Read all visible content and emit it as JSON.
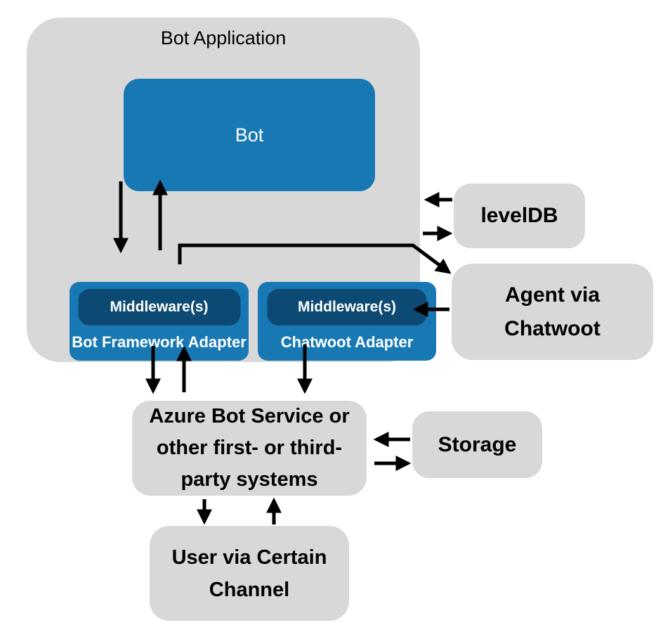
{
  "colors": {
    "container_gray": "#d8d8d8",
    "node_gray": "#d8d8d8",
    "primary_blue": "#1878b4",
    "dark_blue": "#0d4a73",
    "arrow_black": "#000000",
    "text_black": "#000000",
    "text_white": "#ffffff",
    "background": "#ffffff"
  },
  "nodes": {
    "bot_application": {
      "label": "Bot Application"
    },
    "bot": {
      "label": "Bot"
    },
    "bot_framework_adapter": {
      "label": "Bot Framework Adapter",
      "middleware": "Middleware(s)"
    },
    "chatwoot_adapter": {
      "label": "Chatwoot Adapter",
      "middleware": "Middleware(s)"
    },
    "leveldb": {
      "label": "levelDB"
    },
    "agent": {
      "label": "Agent via\nChatwoot"
    },
    "azure": {
      "label": "Azure Bot Service or\nother first- or third-\nparty systems"
    },
    "storage": {
      "label": "Storage"
    },
    "user": {
      "label": "User via Certain\nChannel"
    }
  },
  "edges": [
    {
      "from": "bot",
      "to": "bot_framework_adapter",
      "direction": "down"
    },
    {
      "from": "bot_framework_adapter",
      "to": "bot",
      "direction": "up"
    },
    {
      "from": "bot_framework_adapter",
      "to": "agent",
      "direction": "elbow-right-down"
    },
    {
      "from": "leveldb",
      "to": "bot_application",
      "direction": "left"
    },
    {
      "from": "bot_application",
      "to": "leveldb",
      "direction": "right"
    },
    {
      "from": "agent",
      "to": "chatwoot_adapter",
      "direction": "left"
    },
    {
      "from": "bot_framework_adapter",
      "to": "azure",
      "direction": "down"
    },
    {
      "from": "azure",
      "to": "bot_framework_adapter",
      "direction": "up"
    },
    {
      "from": "chatwoot_adapter",
      "to": "azure",
      "direction": "down"
    },
    {
      "from": "storage",
      "to": "azure",
      "direction": "left"
    },
    {
      "from": "azure",
      "to": "storage",
      "direction": "right"
    },
    {
      "from": "azure",
      "to": "user",
      "direction": "down"
    },
    {
      "from": "user",
      "to": "azure",
      "direction": "up"
    }
  ]
}
